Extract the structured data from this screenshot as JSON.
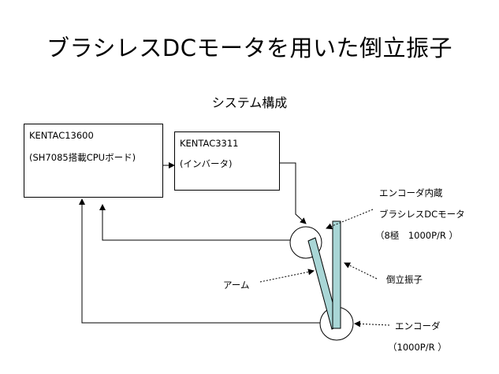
{
  "slide": {
    "title": "ブラシレスDCモータを用いた倒立振子",
    "subtitle": "システム構成"
  },
  "boxes": {
    "controller": {
      "name": "KENTAC13600",
      "desc": "(SH7085搭載CPUボード)"
    },
    "inverter": {
      "name": "KENTAC3311",
      "desc": "(インバータ)"
    }
  },
  "labels": {
    "motor": [
      "エンコーダ内蔵",
      "ブラシレスDCモータ",
      "（8極　1000P/R ）"
    ],
    "arm": "アーム",
    "pendulum": "倒立振子",
    "encoder": [
      "エンコーダ",
      "（1000P/R ）"
    ]
  },
  "colors": {
    "part_fill": "#a9d6d6",
    "line": "#000000"
  }
}
